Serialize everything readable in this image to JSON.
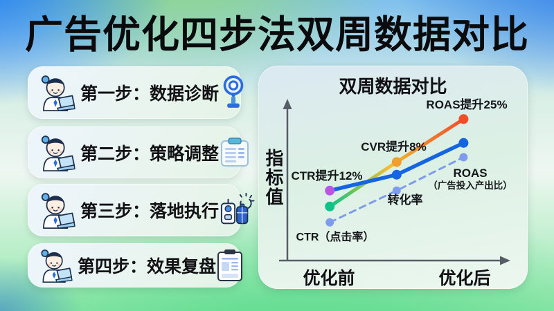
{
  "page": {
    "title": "广告优化四步法双周数据对比"
  },
  "steps": [
    {
      "label": "第一步：数据诊断",
      "icon": "scope-pin-icon"
    },
    {
      "label": "第二步：策略调整",
      "icon": "clipboard-list-icon"
    },
    {
      "label": "第三步：落地执行",
      "icon": "devices-spark-icon"
    },
    {
      "label": "第四步：效果复盘",
      "icon": "report-clipboard-icon"
    }
  ],
  "colors": {
    "background_blue": "#2a7ce8",
    "background_green": "#6fe096",
    "line_blue": "#1565e0",
    "line_teal": "#0cc488",
    "line_yellow": "#f29e2e",
    "line_orange": "#f04e26",
    "line_dashed_periwinkle": "#7f9bee",
    "dot_purple": "#bb55e8",
    "axis_gray": "#565d66"
  },
  "chart_data": {
    "type": "line",
    "title": "双周数据对比",
    "ylabel": "指标值",
    "xlabel_categories": [
      "优化前",
      "优化后"
    ],
    "ylim": [
      0,
      100
    ],
    "grid": false,
    "legend": "none (direct annotations on lines)",
    "series": [
      {
        "name": "ROAS提升25%（绿→橙渐变实线）",
        "x_frac": [
          0.19,
          0.49,
          0.79
        ],
        "values": [
          34,
          62,
          89
        ],
        "stroke": "gradient",
        "stroke_width": 5,
        "dashed": false,
        "dot_colors": [
          "#0cc488",
          "#f29e2e",
          "#f04e26"
        ],
        "dot_radius": 7
      },
      {
        "name": "CVR提升8%（蓝色实线）",
        "x_frac": [
          0.19,
          0.49,
          0.79
        ],
        "values": [
          44,
          54,
          74
        ],
        "stroke": "#1565e0",
        "stroke_width": 5.5,
        "dashed": false,
        "dot_colors": [
          "#bb55e8",
          "#1565e0",
          "#1565e0"
        ],
        "dot_radius": 7
      },
      {
        "name": "转化率 / ROAS（浅蓝虚线）",
        "x_frac": [
          0.19,
          0.49,
          0.79
        ],
        "values": [
          24,
          44,
          65
        ],
        "stroke": "#7f9bee",
        "stroke_width": 3,
        "dashed": true,
        "dot_colors": [
          "#7f9bee",
          "#7f9bee",
          "#7f9bee"
        ],
        "dot_radius": 6
      }
    ],
    "annotations": {
      "roas_up": "ROAS提升25%",
      "cvr_up": "CVR提升8%",
      "ctr_up": "CTR提升12%",
      "roas_name": "ROAS",
      "roas_paren": "（广告投入产出比）",
      "conversion": "转化率",
      "ctr_base": "CTR（点击率）"
    }
  }
}
